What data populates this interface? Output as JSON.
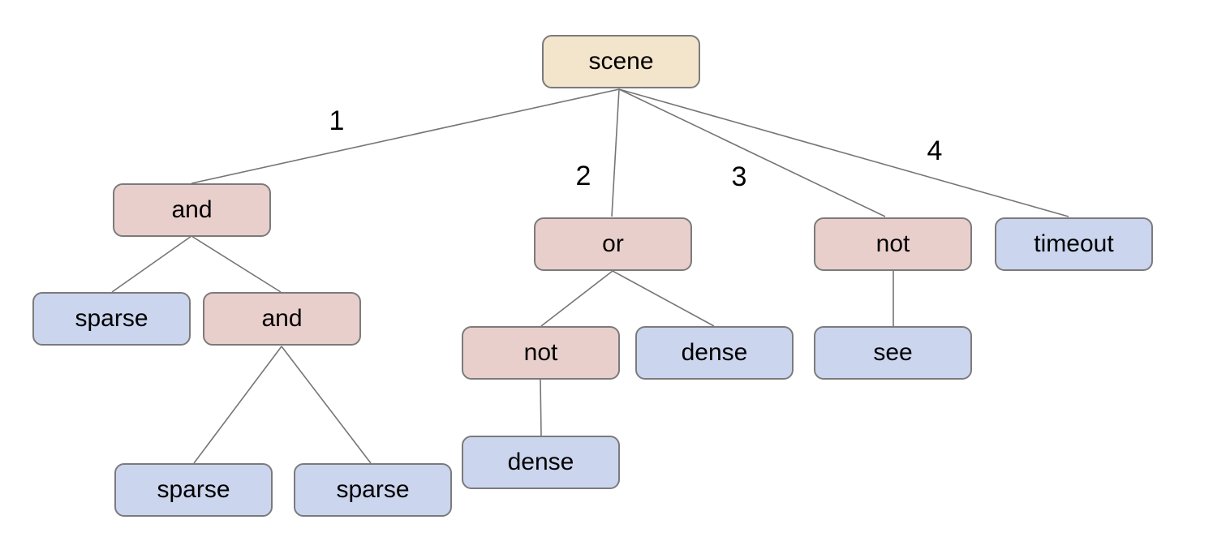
{
  "diagram": {
    "type": "tree",
    "colors": {
      "root": "#f3e5cc",
      "operator": "#e9cfcc",
      "leaf": "#cbd5ee",
      "border": "#7b7b7b",
      "edge": "#757575",
      "text": "#000000"
    },
    "nodes": [
      {
        "id": "scene",
        "label": "scene",
        "type": "root"
      },
      {
        "id": "and1",
        "label": "and",
        "type": "operator"
      },
      {
        "id": "or1",
        "label": "or",
        "type": "operator"
      },
      {
        "id": "not1",
        "label": "not",
        "type": "operator"
      },
      {
        "id": "timeout",
        "label": "timeout",
        "type": "leaf"
      },
      {
        "id": "sparse1",
        "label": "sparse",
        "type": "leaf"
      },
      {
        "id": "and2",
        "label": "and",
        "type": "operator"
      },
      {
        "id": "not2",
        "label": "not",
        "type": "operator"
      },
      {
        "id": "dense1",
        "label": "dense",
        "type": "leaf"
      },
      {
        "id": "see",
        "label": "see",
        "type": "leaf"
      },
      {
        "id": "dense2",
        "label": "dense",
        "type": "leaf"
      },
      {
        "id": "sparse2",
        "label": "sparse",
        "type": "leaf"
      },
      {
        "id": "sparse3",
        "label": "sparse",
        "type": "leaf"
      }
    ],
    "edges": [
      {
        "from": "scene",
        "to": "and1",
        "label": "1"
      },
      {
        "from": "scene",
        "to": "or1",
        "label": "2"
      },
      {
        "from": "scene",
        "to": "not1",
        "label": "3"
      },
      {
        "from": "scene",
        "to": "timeout",
        "label": "4"
      },
      {
        "from": "and1",
        "to": "sparse1",
        "label": ""
      },
      {
        "from": "and1",
        "to": "and2",
        "label": ""
      },
      {
        "from": "and2",
        "to": "sparse2",
        "label": ""
      },
      {
        "from": "and2",
        "to": "sparse3",
        "label": ""
      },
      {
        "from": "or1",
        "to": "not2",
        "label": ""
      },
      {
        "from": "or1",
        "to": "dense1",
        "label": ""
      },
      {
        "from": "not2",
        "to": "dense2",
        "label": ""
      },
      {
        "from": "not1",
        "to": "see",
        "label": ""
      }
    ]
  }
}
